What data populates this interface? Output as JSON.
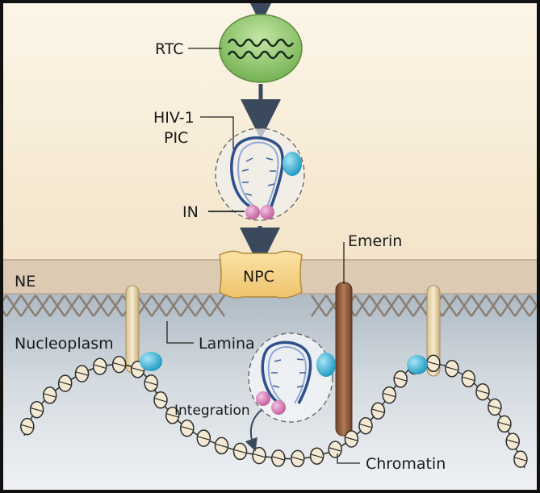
{
  "labels": {
    "rtc": "RTC",
    "hiv_line1": "HIV-1",
    "hiv_line2": "PIC",
    "in": "IN",
    "npc": "NPC",
    "ne": "NE",
    "emerin": "Emerin",
    "nucleoplasm": "Nucleoplasm",
    "lamina": "Lamina",
    "integration": "Integration",
    "chromatin": "Chromatin"
  },
  "colors": {
    "cytoplasm_top": "#fbf3e4",
    "cytoplasm_bottom": "#f2e3c8",
    "membrane": "#d9c6ad",
    "nucleoplasm_top": "#b9c4cd",
    "nucleoplasm_bottom": "#eef1f4",
    "rtc_fill": "#8ec66a",
    "integrase": "#d97bb8",
    "capsid_blue": "#39b7d8",
    "npc": "#f5d48c",
    "emerin": "#8b5a3c",
    "arrow": "#3a4a5c"
  }
}
